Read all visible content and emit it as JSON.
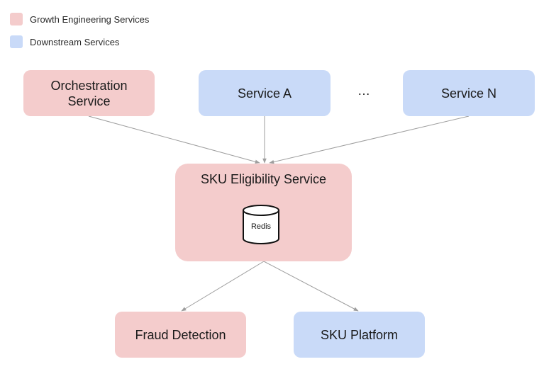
{
  "legend": [
    {
      "label": "Growth Engineering Services",
      "color": "#f4cccc"
    },
    {
      "label": "Downstream Services",
      "color": "#c9daf8"
    }
  ],
  "nodes": {
    "orchestration": {
      "label": "Orchestration\nService",
      "group": "growth"
    },
    "service_a": {
      "label": "Service A",
      "group": "downstream"
    },
    "ellipsis": "…",
    "service_n": {
      "label": "Service N",
      "group": "downstream"
    },
    "sku_eligibility": {
      "label": "SKU Eligibility Service",
      "group": "growth"
    },
    "redis": {
      "label": "Redis",
      "icon": "database-cylinder-icon"
    },
    "fraud_detection": {
      "label": "Fraud Detection",
      "group": "growth"
    },
    "sku_platform": {
      "label": "SKU Platform",
      "group": "downstream"
    }
  },
  "edges": [
    {
      "from": "orchestration",
      "to": "sku_eligibility"
    },
    {
      "from": "service_a",
      "to": "sku_eligibility"
    },
    {
      "from": "service_n",
      "to": "sku_eligibility"
    },
    {
      "from": "sku_eligibility",
      "to": "fraud_detection"
    },
    {
      "from": "sku_eligibility",
      "to": "sku_platform"
    }
  ],
  "colors": {
    "growth": "#f4cccc",
    "downstream": "#c9daf8",
    "connector": "#9e9e9e"
  }
}
